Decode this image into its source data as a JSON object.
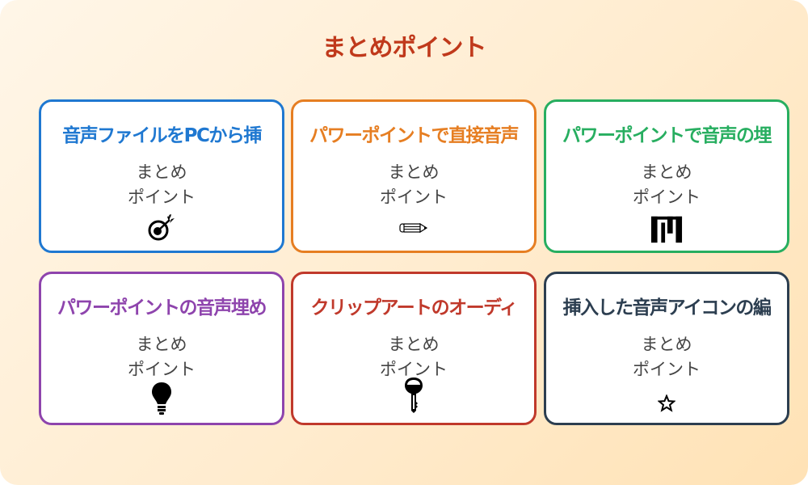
{
  "title": "まとめポイント",
  "colors": {
    "title": "#c0391b",
    "background_start": "#fff6e8",
    "background_end": "#ffe2b5"
  },
  "cards": [
    {
      "title": "音声ファイルをPCから挿",
      "subtitle_line1": "まとめ",
      "subtitle_line2": "ポイント",
      "icon": "target-arrow-icon",
      "color": "#1f78d1"
    },
    {
      "title": "パワーポイントで直接音声",
      "subtitle_line1": "まとめ",
      "subtitle_line2": "ポイント",
      "icon": "pencil-icon",
      "color": "#e67e22"
    },
    {
      "title": "パワーポイントで音声の埋",
      "subtitle_line1": "まとめ",
      "subtitle_line2": "ポイント",
      "icon": "bar-chart-icon",
      "color": "#27ae60"
    },
    {
      "title": "パワーポイントの音声埋め",
      "subtitle_line1": "まとめ",
      "subtitle_line2": "ポイント",
      "icon": "lightbulb-icon",
      "color": "#8e44ad"
    },
    {
      "title": "クリップアートのオーディ",
      "subtitle_line1": "まとめ",
      "subtitle_line2": "ポイント",
      "icon": "key-icon",
      "color": "#c0392b"
    },
    {
      "title": "挿入した音声アイコンの編",
      "subtitle_line1": "まとめ",
      "subtitle_line2": "ポイント",
      "icon": "star-outline-icon",
      "color": "#2c3e50"
    }
  ]
}
